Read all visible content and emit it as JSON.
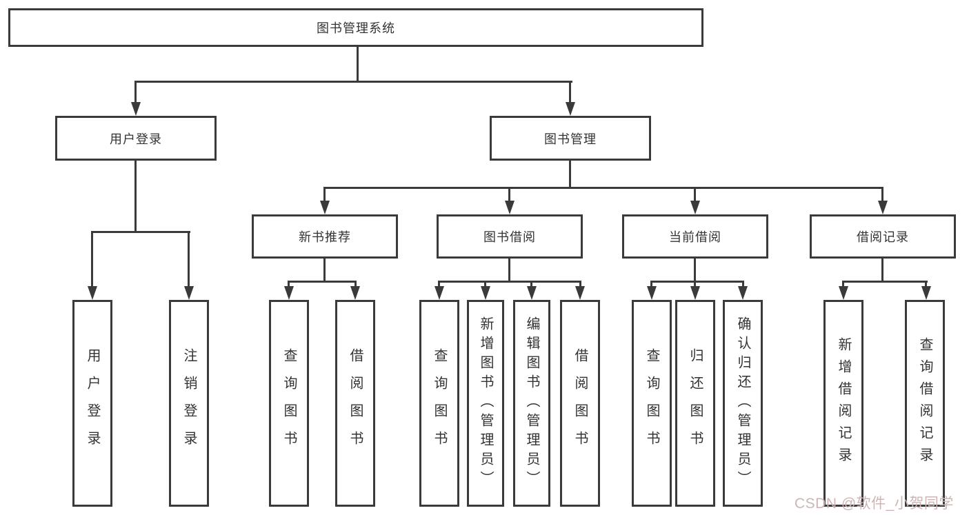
{
  "colors": {
    "line": "#3a3a3a",
    "text": "#333333",
    "bg": "#ffffff",
    "watermark": "#cdb5b5"
  },
  "watermark": {
    "text": "CSDN @软件_小贺同学"
  },
  "tree": {
    "root": {
      "label": "图书管理系统"
    },
    "branches": [
      {
        "label": "用户登录",
        "children": [
          {
            "label": "用户登录"
          },
          {
            "label": "注销登录"
          }
        ]
      },
      {
        "label": "图书管理",
        "children": [
          {
            "label": "新书推荐",
            "children": [
              {
                "label": "查询图书"
              },
              {
                "label": "借阅图书"
              }
            ]
          },
          {
            "label": "图书借阅",
            "children": [
              {
                "label": "查询图书"
              },
              {
                "label": "新增图书（管理员）"
              },
              {
                "label": "编辑图书（管理员）"
              },
              {
                "label": "借阅图书"
              }
            ]
          },
          {
            "label": "当前借阅",
            "children": [
              {
                "label": "查询图书"
              },
              {
                "label": "归还图书"
              },
              {
                "label": "确认归还（管理员）"
              }
            ]
          },
          {
            "label": "借阅记录",
            "children": [
              {
                "label": "新增借阅记录"
              },
              {
                "label": "查询借阅记录"
              }
            ]
          }
        ]
      }
    ]
  }
}
